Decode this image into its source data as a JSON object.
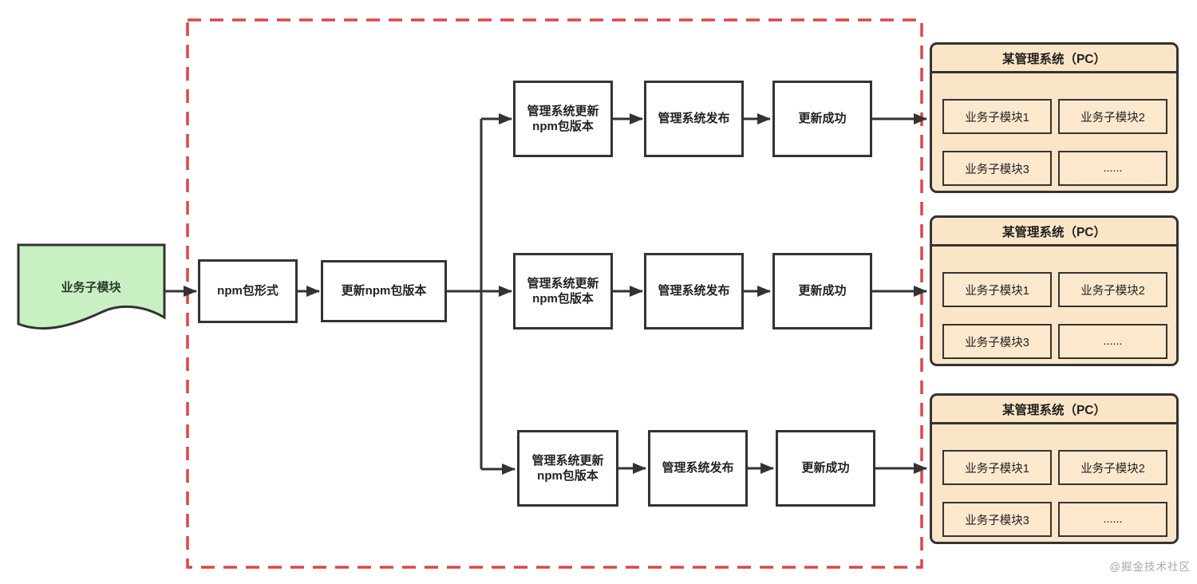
{
  "diagram": {
    "source_doc": {
      "label": "业务子模块"
    },
    "pre_steps": [
      {
        "label": "npm包形式"
      },
      {
        "label": "更新npm包版本"
      }
    ],
    "rows": [
      {
        "steps": [
          {
            "label": "管理系统更新\nnpm包版本"
          },
          {
            "label": "管理系统发布"
          },
          {
            "label": "更新成功"
          }
        ]
      },
      {
        "steps": [
          {
            "label": "管理系统更新\nnpm包版本"
          },
          {
            "label": "管理系统发布"
          },
          {
            "label": "更新成功"
          }
        ]
      },
      {
        "steps": [
          {
            "label": "管理系统更新\nnpm包版本"
          },
          {
            "label": "管理系统发布"
          },
          {
            "label": "更新成功"
          }
        ]
      }
    ],
    "panels": [
      {
        "title": "某管理系统（PC）",
        "modules": [
          {
            "label": "业务子模块1"
          },
          {
            "label": "业务子模块2"
          },
          {
            "label": "业务子模块3"
          },
          {
            "label": "......"
          }
        ]
      },
      {
        "title": "某管理系统（PC）",
        "modules": [
          {
            "label": "业务子模块1"
          },
          {
            "label": "业务子模块2"
          },
          {
            "label": "业务子模块3"
          },
          {
            "label": "......"
          }
        ]
      },
      {
        "title": "某管理系统（PC）",
        "modules": [
          {
            "label": "业务子模块1"
          },
          {
            "label": "业务子模块2"
          },
          {
            "label": "业务子模块3"
          },
          {
            "label": "......"
          }
        ]
      }
    ],
    "watermark": "@掘金技术社区",
    "colors": {
      "document_fill": "#c8f0c2",
      "panel_fill": "#fbe5c7",
      "module_fill": "#fbe8cd",
      "dashed_border": "#e04545",
      "line": "#333333"
    }
  }
}
